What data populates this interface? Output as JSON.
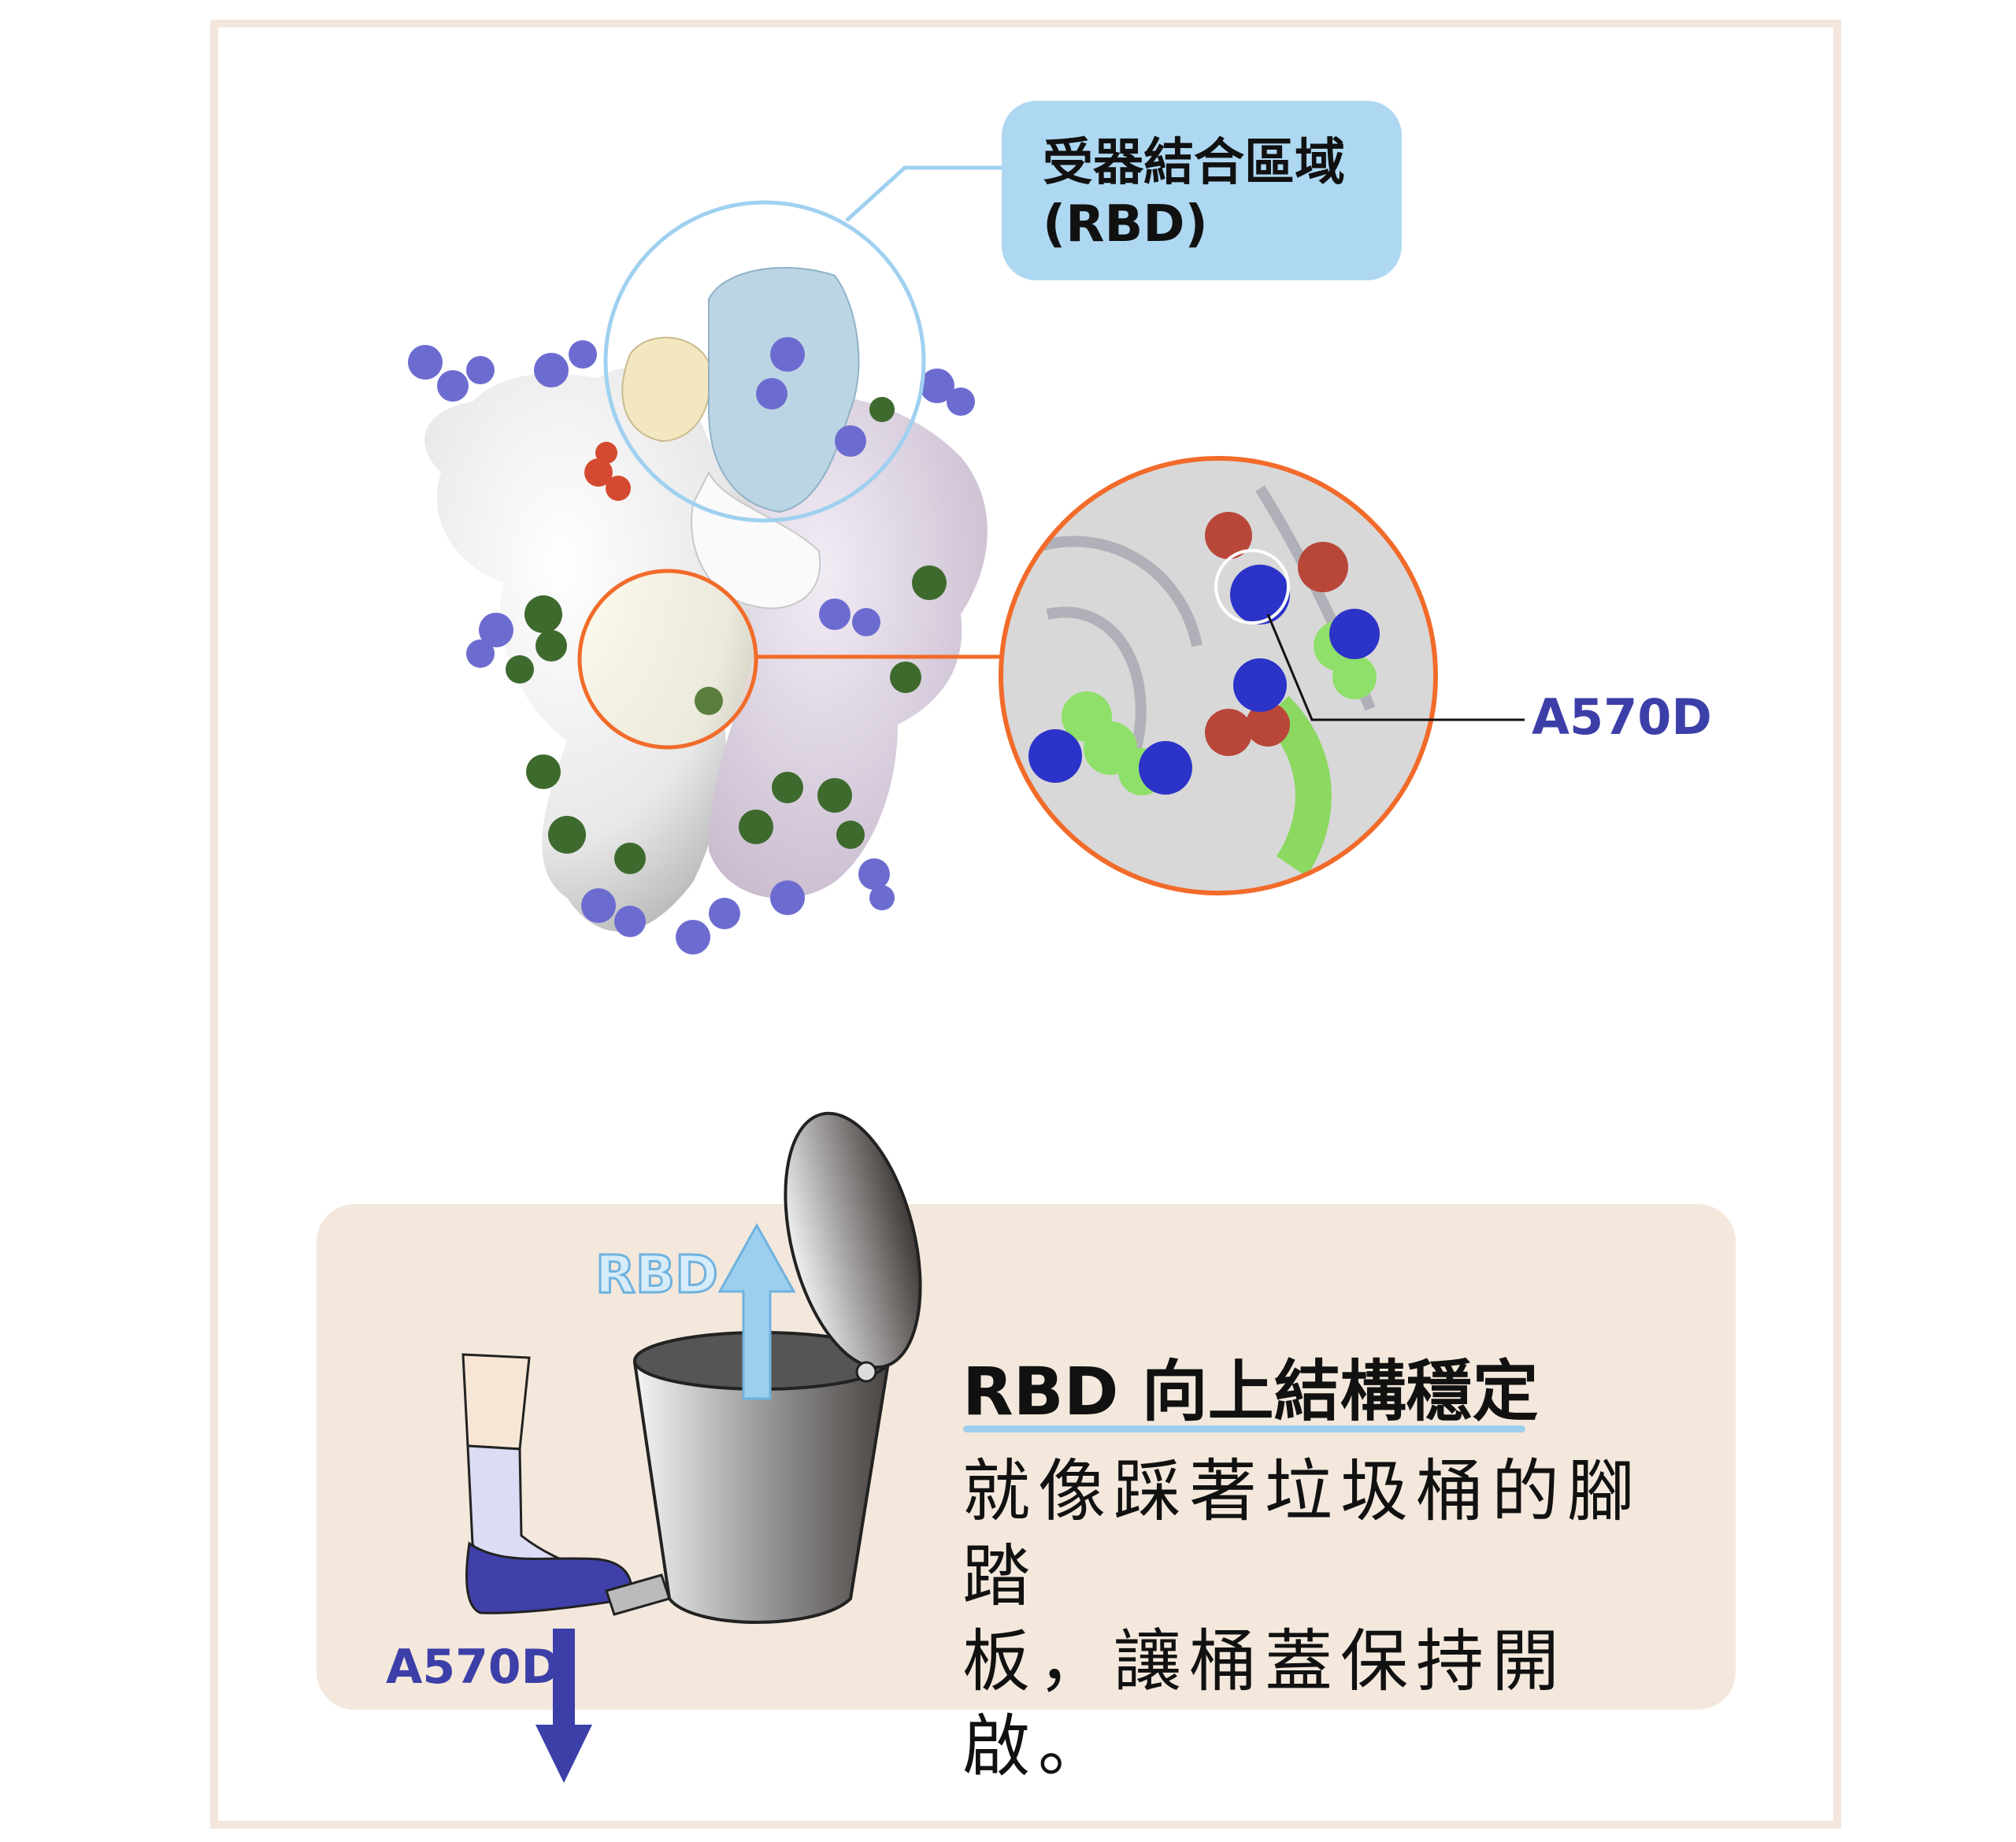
{
  "rbd_label": {
    "line1": "受器結合區域",
    "line2": "(RBD)"
  },
  "mutation_label": "A570D",
  "panel": {
    "title": "RBD 向上結構穩定",
    "body_line1": "就像踩著垃圾桶的腳踏",
    "body_line2": "板，讓桶蓋保持開啟。"
  },
  "analogy": {
    "rbd_arrow_label": "RBD",
    "mutation_arrow_label": "A570D"
  },
  "colors": {
    "frame": "#f3e6dc",
    "rbd_blue": "#aed8f2",
    "highlight_orange": "#f26b2a",
    "mutation_purple": "#3d3fa8",
    "panel_bg": "#f4e8dc"
  }
}
